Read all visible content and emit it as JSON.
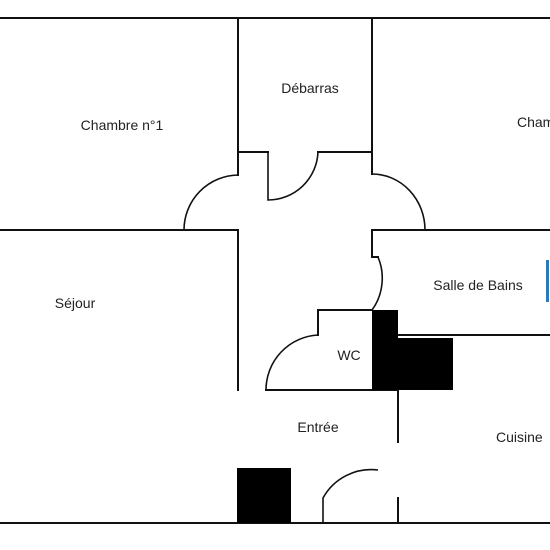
{
  "colors": {
    "background": "#ffffff",
    "wall": "#111111",
    "fill": "#000000",
    "fixture": "#2a7ab8"
  },
  "rooms": {
    "chambre1": "Chambre n°1",
    "debarras": "Débarras",
    "chambre2": "Chambre",
    "sejour": "Séjour",
    "salle_de_bains": "Salle de Bains",
    "wc": "WC",
    "entree": "Entrée",
    "cuisine": "Cuisine"
  }
}
